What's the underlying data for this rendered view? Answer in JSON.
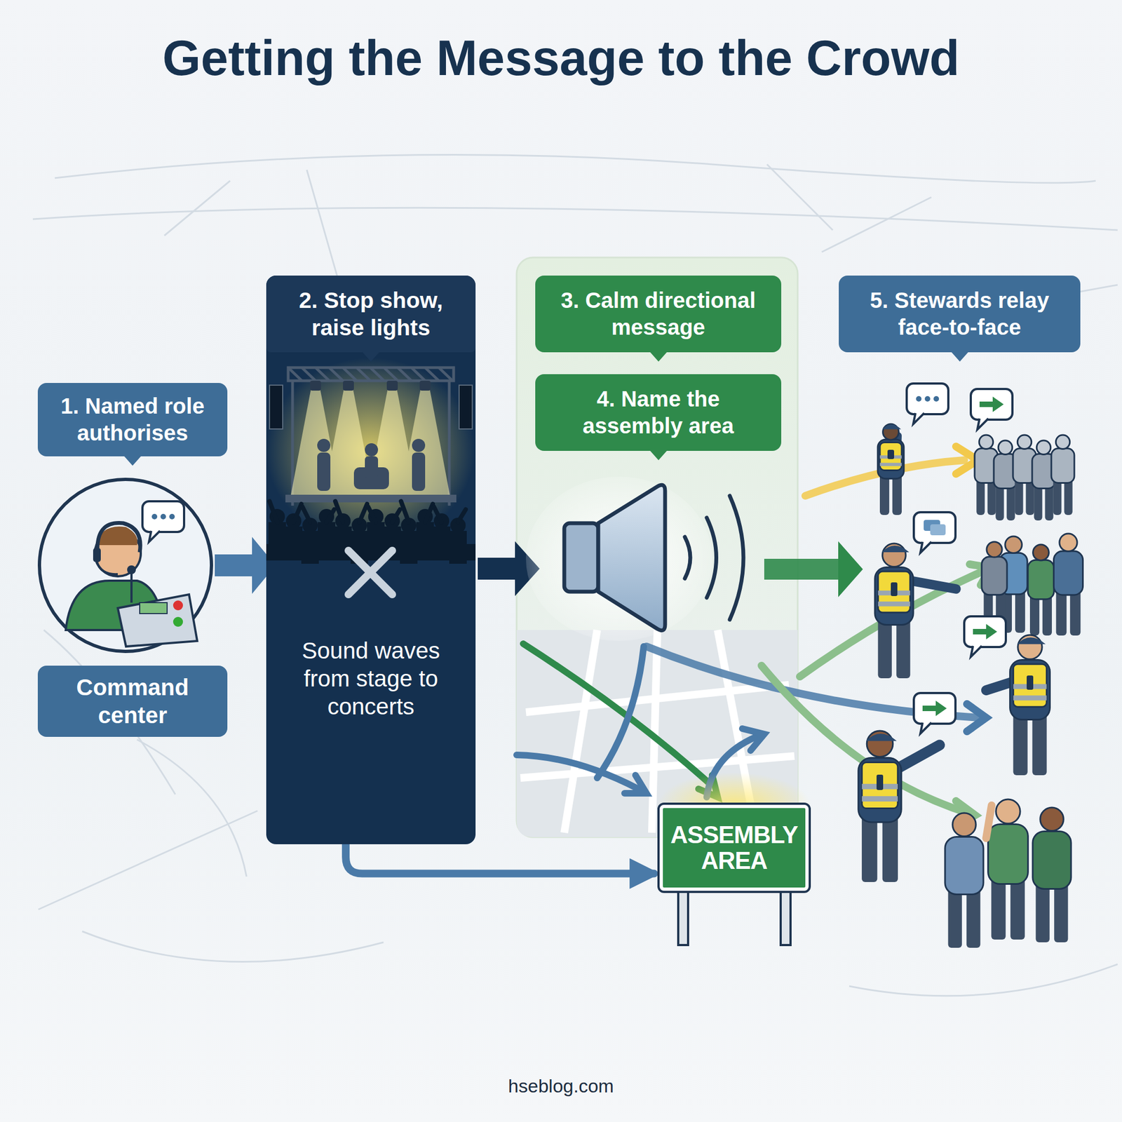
{
  "diagram": {
    "title": "Getting the Message to the Crowd",
    "nodes": [
      {
        "text": [
          "1. Named role authorises"
        ]
      },
      {
        "text": [
          "Command center"
        ]
      },
      {
        "text": [
          "2. Stop show, raise lights",
          "Sound waves from stage to concerts"
        ]
      },
      {
        "text": [
          "3. Calm directional message"
        ]
      },
      {
        "text": [
          "4. Name the assembly area"
        ]
      },
      {
        "text": [
          "5. Stewards relay face-to-face"
        ]
      },
      {
        "text": [
          "ASSEMBLY AREA"
        ]
      }
    ],
    "edges": [
      {
        "from": 2,
        "to": 6,
        "arrow": "to"
      }
    ],
    "labels": [
      "hseblog.com"
    ]
  }
}
